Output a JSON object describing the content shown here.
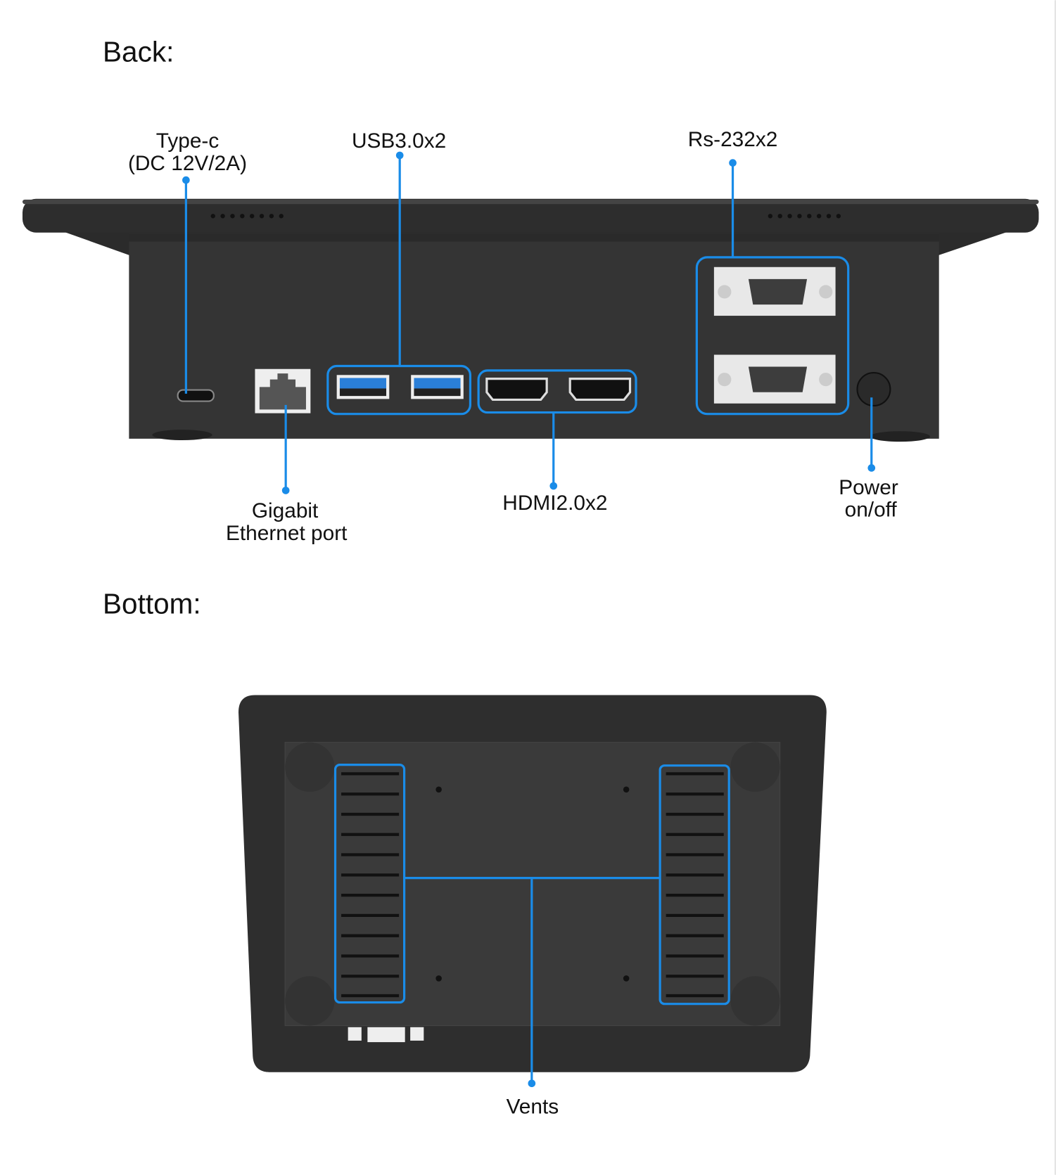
{
  "sections": {
    "back": {
      "heading": "Back:",
      "labels": {
        "type_c": "Type-c",
        "type_c_spec": "(DC 12V/2A)",
        "usb": "USB3.0x2",
        "rs232": "Rs-232x2",
        "ethernet_line1": "Gigabit",
        "ethernet_line2": "Ethernet port",
        "hdmi": "HDMI2.0x2",
        "power_line1": "Power",
        "power_line2": "on/off"
      }
    },
    "bottom": {
      "heading": "Bottom:",
      "labels": {
        "vents": "Vents"
      }
    }
  },
  "colors": {
    "accent": "#1a8ce8",
    "device": "#333333"
  }
}
